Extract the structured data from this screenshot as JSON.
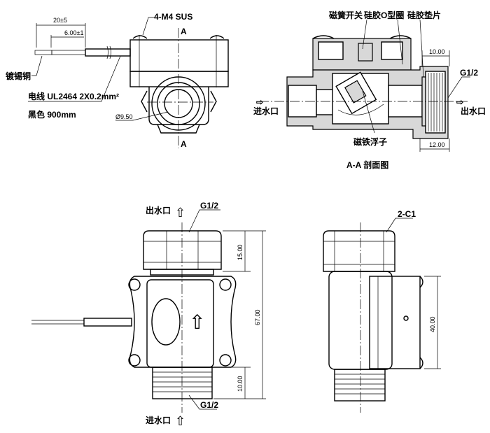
{
  "top_view": {
    "screw_label": "4-M4 SUS",
    "section_mark_top": "A",
    "section_mark_bottom": "A",
    "dim_strip_total": "20±5",
    "dim_strip_tin": "6.00±1",
    "tin_label": "镀锡铜",
    "wire_label": "电线 UL2464 2X0.2mm²",
    "wire_color_label": "黑色 900mm",
    "bore_diameter": "Ø9.50"
  },
  "section_view": {
    "reed_switch": "磁簧开关",
    "o_ring": "硅胶O型圈",
    "gasket": "硅胶垫片",
    "dim_top": "10.00",
    "thread": "G1/2",
    "inlet": "进水口",
    "outlet": "出水口",
    "float": "磁铁浮子",
    "dim_bottom": "12.00",
    "title": "A-A 剖面图",
    "arrow_glyph": "⇨"
  },
  "front_view": {
    "outlet": "出水口",
    "outlet_thread": "G1/2",
    "dim_nut": "15.00",
    "dim_total": "67.00",
    "dim_thread": "10.00",
    "inlet_thread": "G1/2",
    "inlet": "进水口",
    "up_arrow": "⇧"
  },
  "side_view": {
    "chamfer": "2-C1",
    "dim_height": "40.00"
  }
}
